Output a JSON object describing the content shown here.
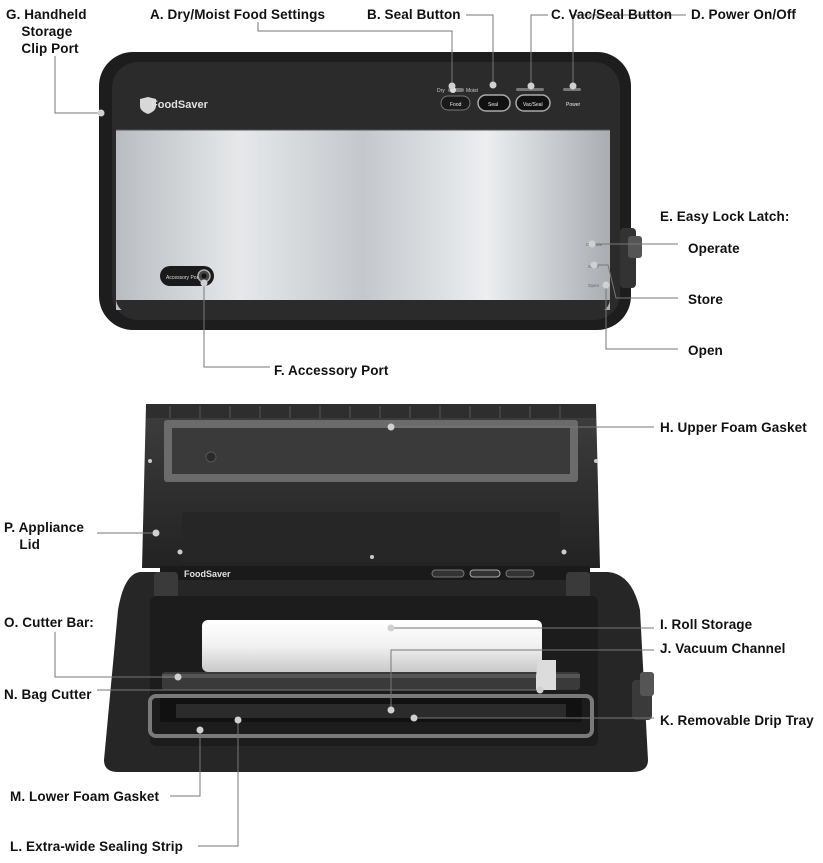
{
  "top_view": {
    "brand": "FoodSaver",
    "food_switch": {
      "left": "Dry",
      "right": "Moist",
      "button": "Food"
    },
    "seal_button": "Seal",
    "vac_seal_button": "Vac/Seal",
    "power_button": "Power",
    "accessory_port": "Accessory Port",
    "latch_positions": [
      "Operate",
      "Store",
      "Open"
    ]
  },
  "bottom_view": {
    "brand": "FoodSaver"
  },
  "callouts": {
    "g": "G. Handheld\n    Storage\n    Clip Port",
    "a": "A. Dry/Moist Food Settings",
    "b": "B. Seal Button",
    "c": "C. Vac/Seal Button",
    "d": "D. Power On/Off",
    "e": "E. Easy Lock Latch:",
    "e_operate": "Operate",
    "e_store": "Store",
    "e_open": "Open",
    "f": "F. Accessory Port",
    "h": "H. Upper Foam Gasket",
    "p": "P. Appliance\n    Lid",
    "o": "O. Cutter Bar:",
    "i": "I. Roll Storage",
    "j": "J. Vacuum Channel",
    "n": "N. Bag Cutter",
    "k": "K. Removable Drip Tray",
    "m": "M. Lower Foam Gasket",
    "l": "L. Extra-wide Sealing Strip"
  }
}
